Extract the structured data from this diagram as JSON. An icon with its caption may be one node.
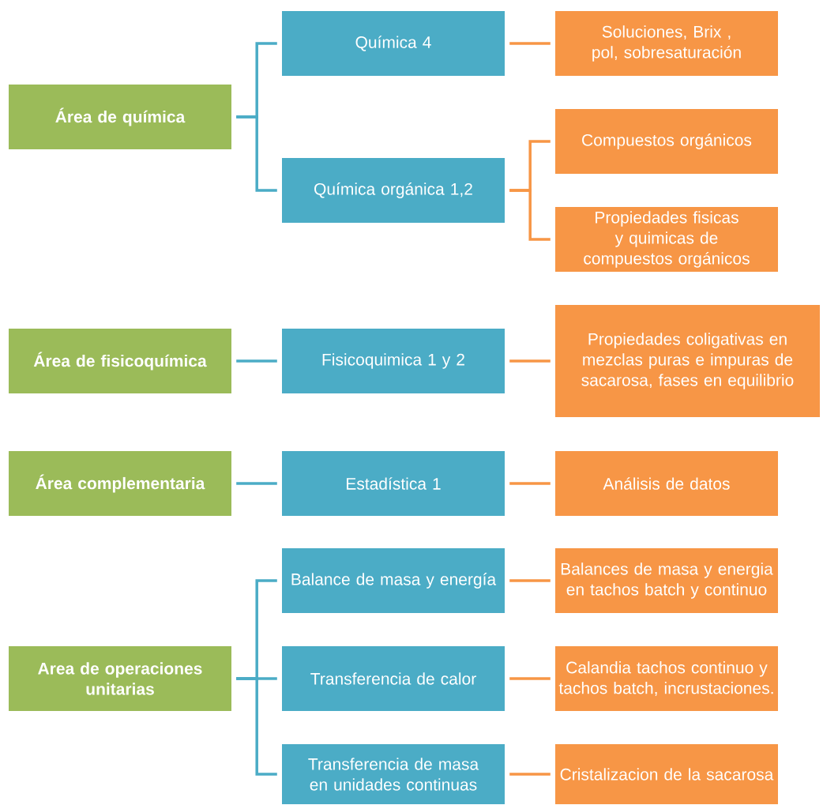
{
  "diagram": {
    "nodes": [
      {
        "text": [
          "Área de química"
        ]
      },
      {
        "text": [
          "Química 4"
        ]
      },
      {
        "text": [
          "Soluciones, Brix , pol, sobresaturación"
        ]
      },
      {
        "text": [
          "Química orgánica 1,2"
        ]
      },
      {
        "text": [
          "Compuestos orgánicos"
        ]
      },
      {
        "text": [
          "Propiedades fisicas y quimicas de compuestos orgánicos"
        ]
      },
      {
        "text": [
          "Área de fisicoquímica"
        ]
      },
      {
        "text": [
          "Fisicoquimica 1 y 2"
        ]
      },
      {
        "text": [
          "Propiedades coligativas en mezclas puras e impuras de sacarosa, fases en equilibrio"
        ]
      },
      {
        "text": [
          "Área complementaria"
        ]
      },
      {
        "text": [
          "Estadística 1"
        ]
      },
      {
        "text": [
          "Análisis de datos"
        ]
      },
      {
        "text": [
          "Area de operaciones unitarias"
        ]
      },
      {
        "text": [
          "Balance de masa y energía"
        ]
      },
      {
        "text": [
          "Balances de masa y energia en tachos batch y continuo"
        ]
      },
      {
        "text": [
          "Transferencia de calor"
        ]
      },
      {
        "text": [
          "Calandia tachos continuo y tachos batch, incrustaciones."
        ]
      },
      {
        "text": [
          "Transferencia de masa en unidades continuas"
        ]
      },
      {
        "text": [
          "Cristalizacion de la sacarosa"
        ]
      }
    ],
    "edges": [
      {
        "from": 0,
        "to": 1,
        "arrow": "none",
        "color": "#4bacc6"
      },
      {
        "from": 0,
        "to": 3,
        "arrow": "none",
        "color": "#4bacc6"
      },
      {
        "from": 1,
        "to": 2,
        "arrow": "none"
      },
      {
        "from": 3,
        "to": 4,
        "arrow": "none"
      },
      {
        "from": 3,
        "to": 5,
        "arrow": "none"
      },
      {
        "from": 6,
        "to": 7,
        "arrow": "none",
        "color": "#4bacc6"
      },
      {
        "from": 7,
        "to": 8,
        "arrow": "none"
      },
      {
        "from": 9,
        "to": 10,
        "arrow": "none",
        "color": "#4bacc6"
      },
      {
        "from": 10,
        "to": 11,
        "arrow": "none"
      },
      {
        "from": 12,
        "to": 13,
        "arrow": "none",
        "color": "#4bacc6"
      },
      {
        "from": 12,
        "to": 15,
        "arrow": "none",
        "color": "#4bacc6"
      },
      {
        "from": 12,
        "to": 17,
        "arrow": "none",
        "color": "#4bacc6"
      },
      {
        "from": 13,
        "to": 14,
        "arrow": "none"
      },
      {
        "from": 15,
        "to": 16,
        "arrow": "none"
      },
      {
        "from": 17,
        "to": 18,
        "arrow": "none"
      }
    ]
  }
}
